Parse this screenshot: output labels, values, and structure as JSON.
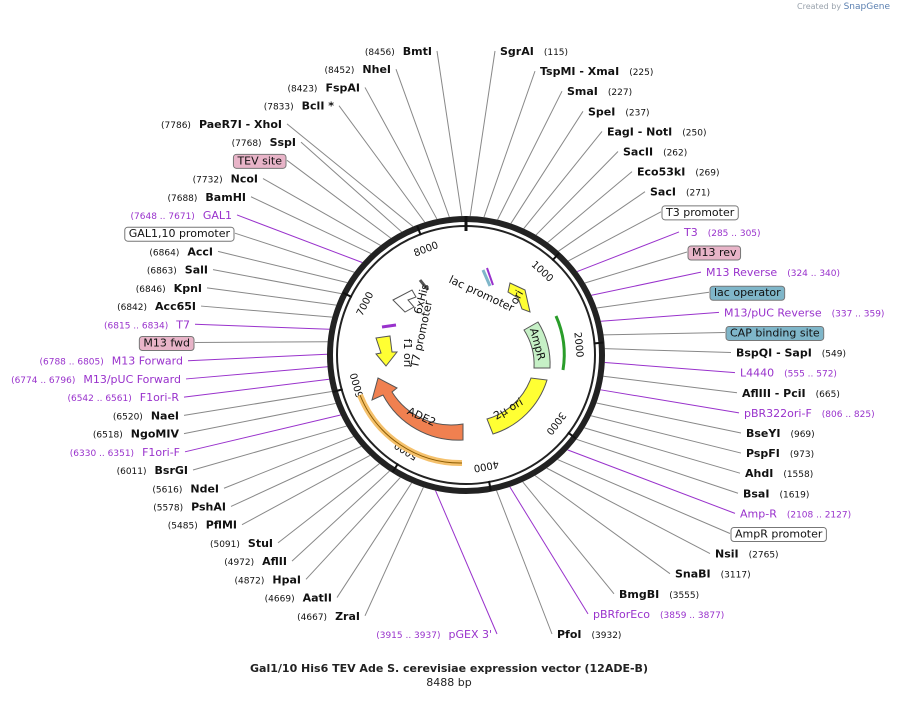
{
  "branding": {
    "created_by": "Created by",
    "product": "SnapGene"
  },
  "plasmid": {
    "title": "Gal1/10 His6 TEV Ade S. cerevisiae expression vector (12ADE-B)",
    "length_label": "8488 bp",
    "length": 8488
  },
  "ticks": [
    "1000",
    "2000",
    "3000",
    "4000",
    "5000",
    "6000",
    "7000",
    "8000"
  ],
  "colors": {
    "enzyme": "#000000",
    "primer": "#9932cc",
    "feature_box": "#e8e8e8",
    "promoter_box": "#ffffff",
    "highlight_pink": "#e8b4c8",
    "highlight_blue": "#7fb6c9"
  },
  "features": [
    {
      "name": "ori",
      "label": "ori",
      "color": "#ffff33"
    },
    {
      "name": "AmpR",
      "label": "AmpR",
      "color": "#c6f0c6"
    },
    {
      "name": "2micron",
      "label": "2μ ori",
      "color": "#ffff33"
    },
    {
      "name": "ADE2",
      "label": "ADE2",
      "color": "#f08050"
    },
    {
      "name": "f1ori",
      "label": "f1 ori",
      "color": "#ffff33"
    },
    {
      "name": "6xHis",
      "label": "6xHis",
      "color": "#ffffff"
    },
    {
      "name": "lacpromoter",
      "label": "lac promoter",
      "color": "#ffffff"
    },
    {
      "name": "T7promoter",
      "label": "T7 promoter",
      "color": "#ffffff"
    }
  ],
  "right_labels": [
    {
      "name": "SgrAI",
      "pos": "(115)",
      "kind": "enzyme"
    },
    {
      "name": "TspMI - XmaI",
      "pos": "(225)",
      "kind": "enzyme"
    },
    {
      "name": "SmaI",
      "pos": "(227)",
      "kind": "enzyme"
    },
    {
      "name": "SpeI",
      "pos": "(237)",
      "kind": "enzyme"
    },
    {
      "name": "EagI - NotI",
      "pos": "(250)",
      "kind": "enzyme"
    },
    {
      "name": "SacII",
      "pos": "(262)",
      "kind": "enzyme"
    },
    {
      "name": "Eco53kI",
      "pos": "(269)",
      "kind": "enzyme"
    },
    {
      "name": "SacI",
      "pos": "(271)",
      "kind": "enzyme"
    },
    {
      "name": "T3 promoter",
      "pos": "",
      "kind": "box-white"
    },
    {
      "name": "T3",
      "pos": "(285 .. 305)",
      "kind": "primer"
    },
    {
      "name": "M13 rev",
      "pos": "",
      "kind": "box-pink"
    },
    {
      "name": "M13 Reverse",
      "pos": "(324 .. 340)",
      "kind": "primer"
    },
    {
      "name": "lac operator",
      "pos": "",
      "kind": "box-blue"
    },
    {
      "name": "M13/pUC Reverse",
      "pos": "(337 .. 359)",
      "kind": "primer"
    },
    {
      "name": "CAP binding site",
      "pos": "",
      "kind": "box-blue"
    },
    {
      "name": "BspQI - SapI",
      "pos": "(549)",
      "kind": "enzyme"
    },
    {
      "name": "L4440",
      "pos": "(555 .. 572)",
      "kind": "primer"
    },
    {
      "name": "AflIII - PciI",
      "pos": "(665)",
      "kind": "enzyme"
    },
    {
      "name": "pBR322ori-F",
      "pos": "(806 .. 825)",
      "kind": "primer"
    },
    {
      "name": "BseYI",
      "pos": "(969)",
      "kind": "enzyme"
    },
    {
      "name": "PspFI",
      "pos": "(973)",
      "kind": "enzyme"
    },
    {
      "name": "AhdI",
      "pos": "(1558)",
      "kind": "enzyme"
    },
    {
      "name": "BsaI",
      "pos": "(1619)",
      "kind": "enzyme"
    },
    {
      "name": "Amp-R",
      "pos": "(2108 .. 2127)",
      "kind": "primer"
    },
    {
      "name": "AmpR promoter",
      "pos": "",
      "kind": "box-white"
    },
    {
      "name": "NsiI",
      "pos": "(2765)",
      "kind": "enzyme"
    },
    {
      "name": "SnaBI",
      "pos": "(3117)",
      "kind": "enzyme"
    },
    {
      "name": "BmgBI",
      "pos": "(3555)",
      "kind": "enzyme"
    },
    {
      "name": "pBRforEco",
      "pos": "(3859 .. 3877)",
      "kind": "primer"
    },
    {
      "name": "PfoI",
      "pos": "(3932)",
      "kind": "enzyme"
    }
  ],
  "left_labels": [
    {
      "name": "BmtI",
      "pos": "(8456)",
      "kind": "enzyme"
    },
    {
      "name": "NheI",
      "pos": "(8452)",
      "kind": "enzyme"
    },
    {
      "name": "FspAI",
      "pos": "(8423)",
      "kind": "enzyme"
    },
    {
      "name": "BclI *",
      "pos": "(7833)",
      "kind": "enzyme"
    },
    {
      "name": "PaeR7I - XhoI",
      "pos": "(7786)",
      "kind": "enzyme"
    },
    {
      "name": "SspI",
      "pos": "(7768)",
      "kind": "enzyme"
    },
    {
      "name": "TEV site",
      "pos": "",
      "kind": "box-pink"
    },
    {
      "name": "NcoI",
      "pos": "(7732)",
      "kind": "enzyme"
    },
    {
      "name": "BamHI",
      "pos": "(7688)",
      "kind": "enzyme"
    },
    {
      "name": "GAL1",
      "pos": "(7648 .. 7671)",
      "kind": "primer"
    },
    {
      "name": "GAL1,10 promoter",
      "pos": "",
      "kind": "box-white"
    },
    {
      "name": "AccI",
      "pos": "(6864)",
      "kind": "enzyme"
    },
    {
      "name": "SalI",
      "pos": "(6863)",
      "kind": "enzyme"
    },
    {
      "name": "KpnI",
      "pos": "(6846)",
      "kind": "enzyme"
    },
    {
      "name": "Acc65I",
      "pos": "(6842)",
      "kind": "enzyme"
    },
    {
      "name": "T7",
      "pos": "(6815 .. 6834)",
      "kind": "primer"
    },
    {
      "name": "M13 fwd",
      "pos": "",
      "kind": "box-pink"
    },
    {
      "name": "M13 Forward",
      "pos": "(6788 .. 6805)",
      "kind": "primer"
    },
    {
      "name": "M13/pUC Forward",
      "pos": "(6774 .. 6796)",
      "kind": "primer"
    },
    {
      "name": "F1ori-R",
      "pos": "(6542 .. 6561)",
      "kind": "primer"
    },
    {
      "name": "NaeI",
      "pos": "(6520)",
      "kind": "enzyme"
    },
    {
      "name": "NgoMIV",
      "pos": "(6518)",
      "kind": "enzyme"
    },
    {
      "name": "F1ori-F",
      "pos": "(6330 .. 6351)",
      "kind": "primer"
    },
    {
      "name": "BsrGI",
      "pos": "(6011)",
      "kind": "enzyme"
    },
    {
      "name": "NdeI",
      "pos": "(5616)",
      "kind": "enzyme"
    },
    {
      "name": "PshAI",
      "pos": "(5578)",
      "kind": "enzyme"
    },
    {
      "name": "PflMI",
      "pos": "(5485)",
      "kind": "enzyme"
    },
    {
      "name": "StuI",
      "pos": "(5091)",
      "kind": "enzyme"
    },
    {
      "name": "AflII",
      "pos": "(4972)",
      "kind": "enzyme"
    },
    {
      "name": "HpaI",
      "pos": "(4872)",
      "kind": "enzyme"
    },
    {
      "name": "AatII",
      "pos": "(4669)",
      "kind": "enzyme"
    },
    {
      "name": "ZraI",
      "pos": "(4667)",
      "kind": "enzyme"
    },
    {
      "name": "pGEX 3'",
      "pos": "(3915 .. 3937)",
      "kind": "primer"
    }
  ]
}
